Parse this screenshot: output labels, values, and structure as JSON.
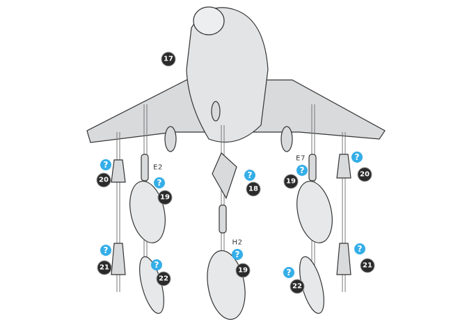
{
  "diagram": {
    "step_number": "17",
    "callouts": [
      {
        "id": "20",
        "label": "20",
        "mark": "?"
      },
      {
        "id": "19a",
        "label": "19",
        "mark": "?",
        "position_label": "E2"
      },
      {
        "id": "18",
        "label": "18",
        "mark": "?"
      },
      {
        "id": "19b",
        "label": "19",
        "mark": "?",
        "position_label": "H2"
      },
      {
        "id": "19c",
        "label": "19",
        "mark": "?",
        "position_label": "E7"
      },
      {
        "id": "20b",
        "label": "20",
        "mark": "?"
      },
      {
        "id": "21a",
        "label": "21",
        "mark": "?"
      },
      {
        "id": "22a",
        "label": "22",
        "mark": "?"
      },
      {
        "id": "22b",
        "label": "22",
        "mark": "?"
      },
      {
        "id": "21b",
        "label": "21",
        "mark": "?"
      }
    ],
    "colors": {
      "accent": "#35aee8",
      "badge": "#2b2b2b",
      "metal": "#d8dadc"
    }
  }
}
